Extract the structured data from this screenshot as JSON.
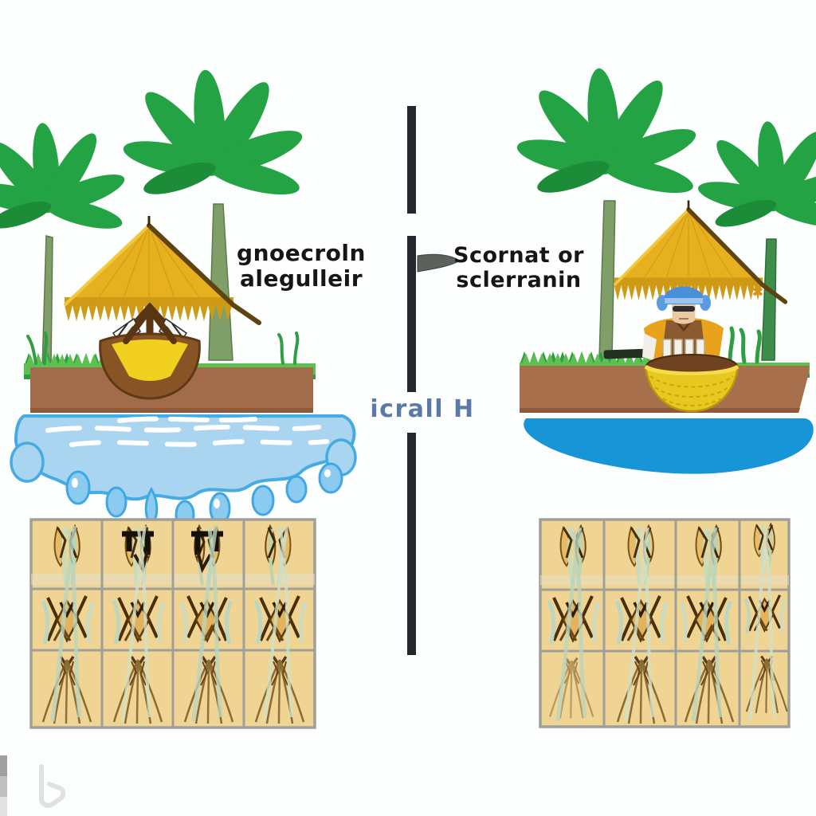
{
  "labels": {
    "left_scene": {
      "line1": "gnoecroln",
      "line2": "alegulleir"
    },
    "right_scene": {
      "line1": "Scornat or",
      "line2": "sclerranin"
    },
    "center": {
      "text": "icrall H"
    }
  },
  "icons": {
    "divider": "vertical-divider-bar",
    "pointer": "leaf-pointer-icon",
    "watermark": "bing-logo-watermark",
    "left_scene": [
      "palm-tree-icon",
      "thatched-hut-icon",
      "grain-pot-icon",
      "grass-strip",
      "soil-band",
      "groundwater-drips-icon",
      "crop-field-grid"
    ],
    "right_scene": [
      "palm-tree-icon",
      "thatched-hut-icon",
      "farmer-icon",
      "woven-basket-icon",
      "grass-strip",
      "soil-band",
      "water-pool-icon",
      "crop-field-grid"
    ]
  },
  "field_grid": {
    "columns": 4,
    "rows": 3
  },
  "colors": {
    "frond_green": "#23a344",
    "trunk_green": "#7f9e68",
    "right_trunk_green": "#3f8d4b",
    "roof_gold": "#e6b01e",
    "roof_fringe": "#cf9a16",
    "roof_edge_dark": "#5f4410",
    "soil_brown": "#a26b4a",
    "grass_green": "#5fc052",
    "grass_dark": "#2f9e43",
    "water_light_blue": "#a9d5f1",
    "water_outline": "#45abe2",
    "water_solid_blue": "#1795d6",
    "field_tan": "#f0d494",
    "grid_gray": "#9f9f97",
    "divider_dark": "#26262e",
    "pointer_gray": "#5c615c",
    "label_text": "#161616",
    "center_label_blue": "#5b79a8",
    "basket_yellow": "#e8c81f",
    "basket_brown": "#6e4220",
    "pot_brown": "#8a5526",
    "grain_yellow": "#f2d020",
    "hat_blue": "#4a90d9",
    "shirt_orange": "#e8a21c",
    "vest_brown": "#8a5a30"
  }
}
